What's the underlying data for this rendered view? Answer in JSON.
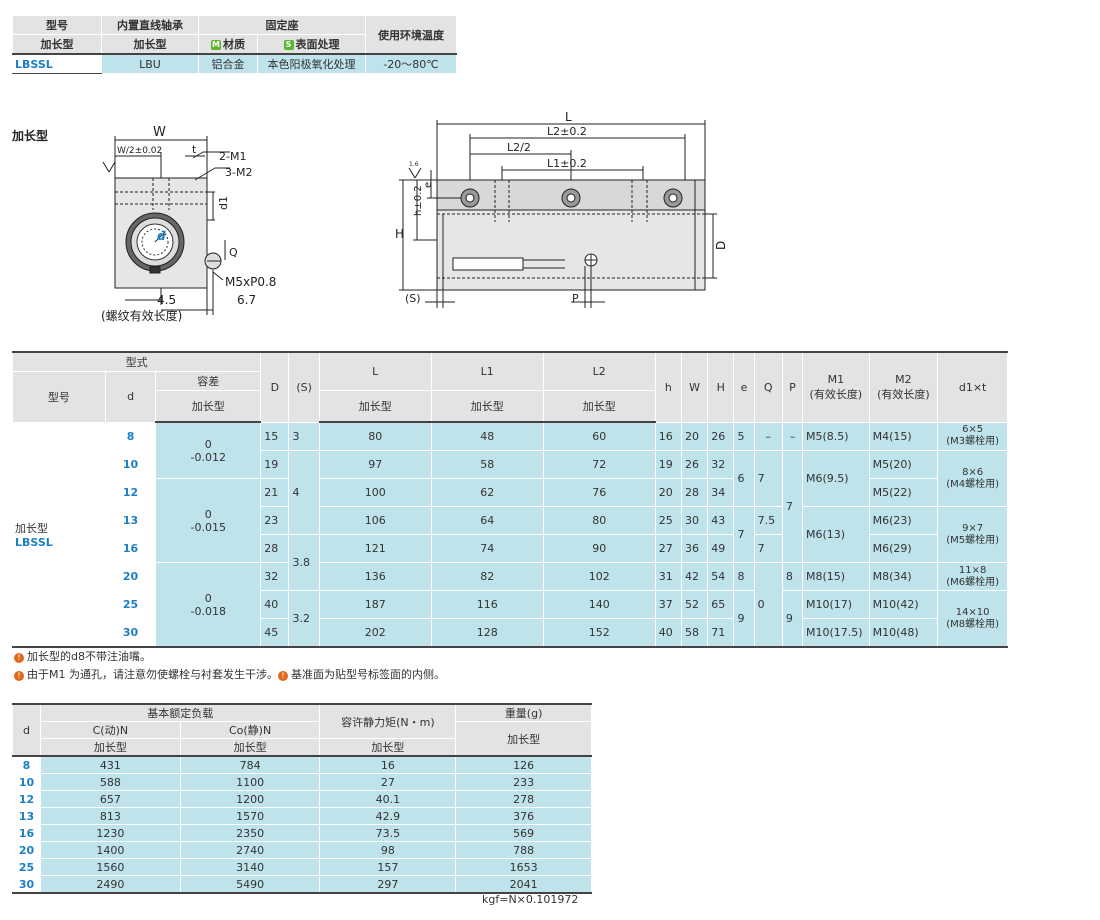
{
  "spec_table": {
    "h_model": "型号",
    "h_bearing": "内置直线轴承",
    "h_housing": "固定座",
    "h_temp": "使用环境温度",
    "row2_model": "加长型",
    "row2_bearing": "加长型",
    "m_badge": "M",
    "m_label": "材质",
    "s_badge": "S",
    "s_label": "表面处理",
    "v_model": "LBSSL",
    "v_bearing": "LBU",
    "v_material": "铝合金",
    "v_surface": "本色阳极氧化处理",
    "v_temp": "-20～80℃"
  },
  "drawing": {
    "section_label": "加长型",
    "W": "W",
    "W2": "W/2±0.02",
    "t": "t",
    "m1": "2-M1",
    "m2": "3-M2",
    "d1": "d1",
    "Q": "Q",
    "d": "d",
    "m5": "M5xP0.8",
    "dim45": "4.5",
    "dim67": "6.7",
    "thread_note": "(螺纹有效长度)",
    "L": "L",
    "L2": "L2±0.2",
    "L2half": "L2/2",
    "L1": "L1±0.2",
    "H": "H",
    "h": "h±0.2",
    "e": "e",
    "D": "D",
    "S": "(S)",
    "P": "P",
    "tri": "1.6"
  },
  "main_table": {
    "h_type": "型式",
    "h_model": "型号",
    "h_d": "d",
    "h_tol": "容差",
    "h_tol_sub": "加长型",
    "h_D": "D",
    "h_S": "(S)",
    "h_L": "L",
    "h_L1": "L1",
    "h_L2": "L2",
    "h_L_sub": "加长型",
    "h_h": "h",
    "h_W": "W",
    "h_H": "H",
    "h_e": "e",
    "h_Q": "Q",
    "h_P": "P",
    "h_M1": "M1",
    "h_M1_sub": "(有效长度)",
    "h_M2": "M2",
    "h_M2_sub": "(有效长度)",
    "h_d1t": "d1×t",
    "model_name": "加长型",
    "model_code": "LBSSL",
    "rows": [
      {
        "d": "8",
        "D": "15",
        "L": "80",
        "L1": "48",
        "L2": "60",
        "h": "16",
        "W": "20",
        "H": "26",
        "M2": "M4(15)"
      },
      {
        "d": "10",
        "D": "19",
        "L": "97",
        "L1": "58",
        "L2": "72",
        "h": "19",
        "W": "26",
        "H": "32",
        "M2": "M5(20)"
      },
      {
        "d": "12",
        "D": "21",
        "L": "100",
        "L1": "62",
        "L2": "76",
        "h": "20",
        "W": "28",
        "H": "34",
        "M2": "M5(22)"
      },
      {
        "d": "13",
        "D": "23",
        "L": "106",
        "L1": "64",
        "L2": "80",
        "h": "25",
        "W": "30",
        "H": "43",
        "M2": "M6(23)"
      },
      {
        "d": "16",
        "D": "28",
        "L": "121",
        "L1": "74",
        "L2": "90",
        "h": "27",
        "W": "36",
        "H": "49",
        "M2": "M6(29)"
      },
      {
        "d": "20",
        "D": "32",
        "L": "136",
        "L1": "82",
        "L2": "102",
        "h": "31",
        "W": "42",
        "H": "54",
        "M2": "M8(34)"
      },
      {
        "d": "25",
        "D": "40",
        "L": "187",
        "L1": "116",
        "L2": "140",
        "h": "37",
        "W": "52",
        "H": "65",
        "M2": "M10(42)"
      },
      {
        "d": "30",
        "D": "45",
        "L": "202",
        "L1": "128",
        "L2": "152",
        "h": "40",
        "W": "58",
        "H": "71",
        "M2": "M10(48)"
      }
    ],
    "tol_top": "0",
    "tol_a": "-0.012",
    "tol_b": "-0.015",
    "tol_c": "-0.018",
    "S_3": "3",
    "S_4": "4",
    "S_38": "3.8",
    "S_32": "3.2",
    "e_5": "5",
    "e_6": "6",
    "e_7": "7",
    "e_8": "8",
    "e_9": "9",
    "Q_dash": "–",
    "Q_7a": "7",
    "Q_75": "7.5",
    "Q_7b": "7",
    "Q_0": "0",
    "P_dash": "–",
    "P_7": "7",
    "P_8": "8",
    "P_9": "9",
    "M1_1": "M5(8.5)",
    "M1_2": "M6(9.5)",
    "M1_3": "M6(13)",
    "M1_4": "M8(15)",
    "M1_5": "M10(17)",
    "M1_6": "M10(17.5)",
    "d1t_1a": "6×5",
    "d1t_1b": "(M3螺栓用)",
    "d1t_2a": "8×6",
    "d1t_2b": "(M4螺栓用)",
    "d1t_3a": "9×7",
    "d1t_3b": "(M5螺栓用)",
    "d1t_4a": "11×8",
    "d1t_4b": "(M6螺栓用)",
    "d1t_5a": "14×10",
    "d1t_5b": "(M8螺栓用)"
  },
  "notes": {
    "note1": "加长型的d8不带注油嘴。",
    "note2a": "由于M1 为通孔，请注意勿使螺栓与衬套发生干涉。",
    "note2b": "基准面为贴型号标签面的内侧。"
  },
  "load_table": {
    "h_d": "d",
    "h_load": "基本额定负载",
    "h_C": "C(动)N",
    "h_C0": "Co(静)N",
    "h_moment": "容许静力矩(N・m)",
    "h_weight": "重量(g)",
    "h_sub": "加长型",
    "rows": [
      {
        "d": "8",
        "C": "431",
        "C0": "784",
        "M": "16",
        "W": "126"
      },
      {
        "d": "10",
        "C": "588",
        "C0": "1100",
        "M": "27",
        "W": "233"
      },
      {
        "d": "12",
        "C": "657",
        "C0": "1200",
        "M": "40.1",
        "W": "278"
      },
      {
        "d": "13",
        "C": "813",
        "C0": "1570",
        "M": "42.9",
        "W": "376"
      },
      {
        "d": "16",
        "C": "1230",
        "C0": "2350",
        "M": "73.5",
        "W": "569"
      },
      {
        "d": "20",
        "C": "1400",
        "C0": "2740",
        "M": "98",
        "W": "788"
      },
      {
        "d": "25",
        "C": "1560",
        "C0": "3140",
        "M": "157",
        "W": "1653"
      },
      {
        "d": "30",
        "C": "2490",
        "C0": "5490",
        "M": "297",
        "W": "2041"
      }
    ],
    "footnote": "kgf=N×0.101972"
  }
}
